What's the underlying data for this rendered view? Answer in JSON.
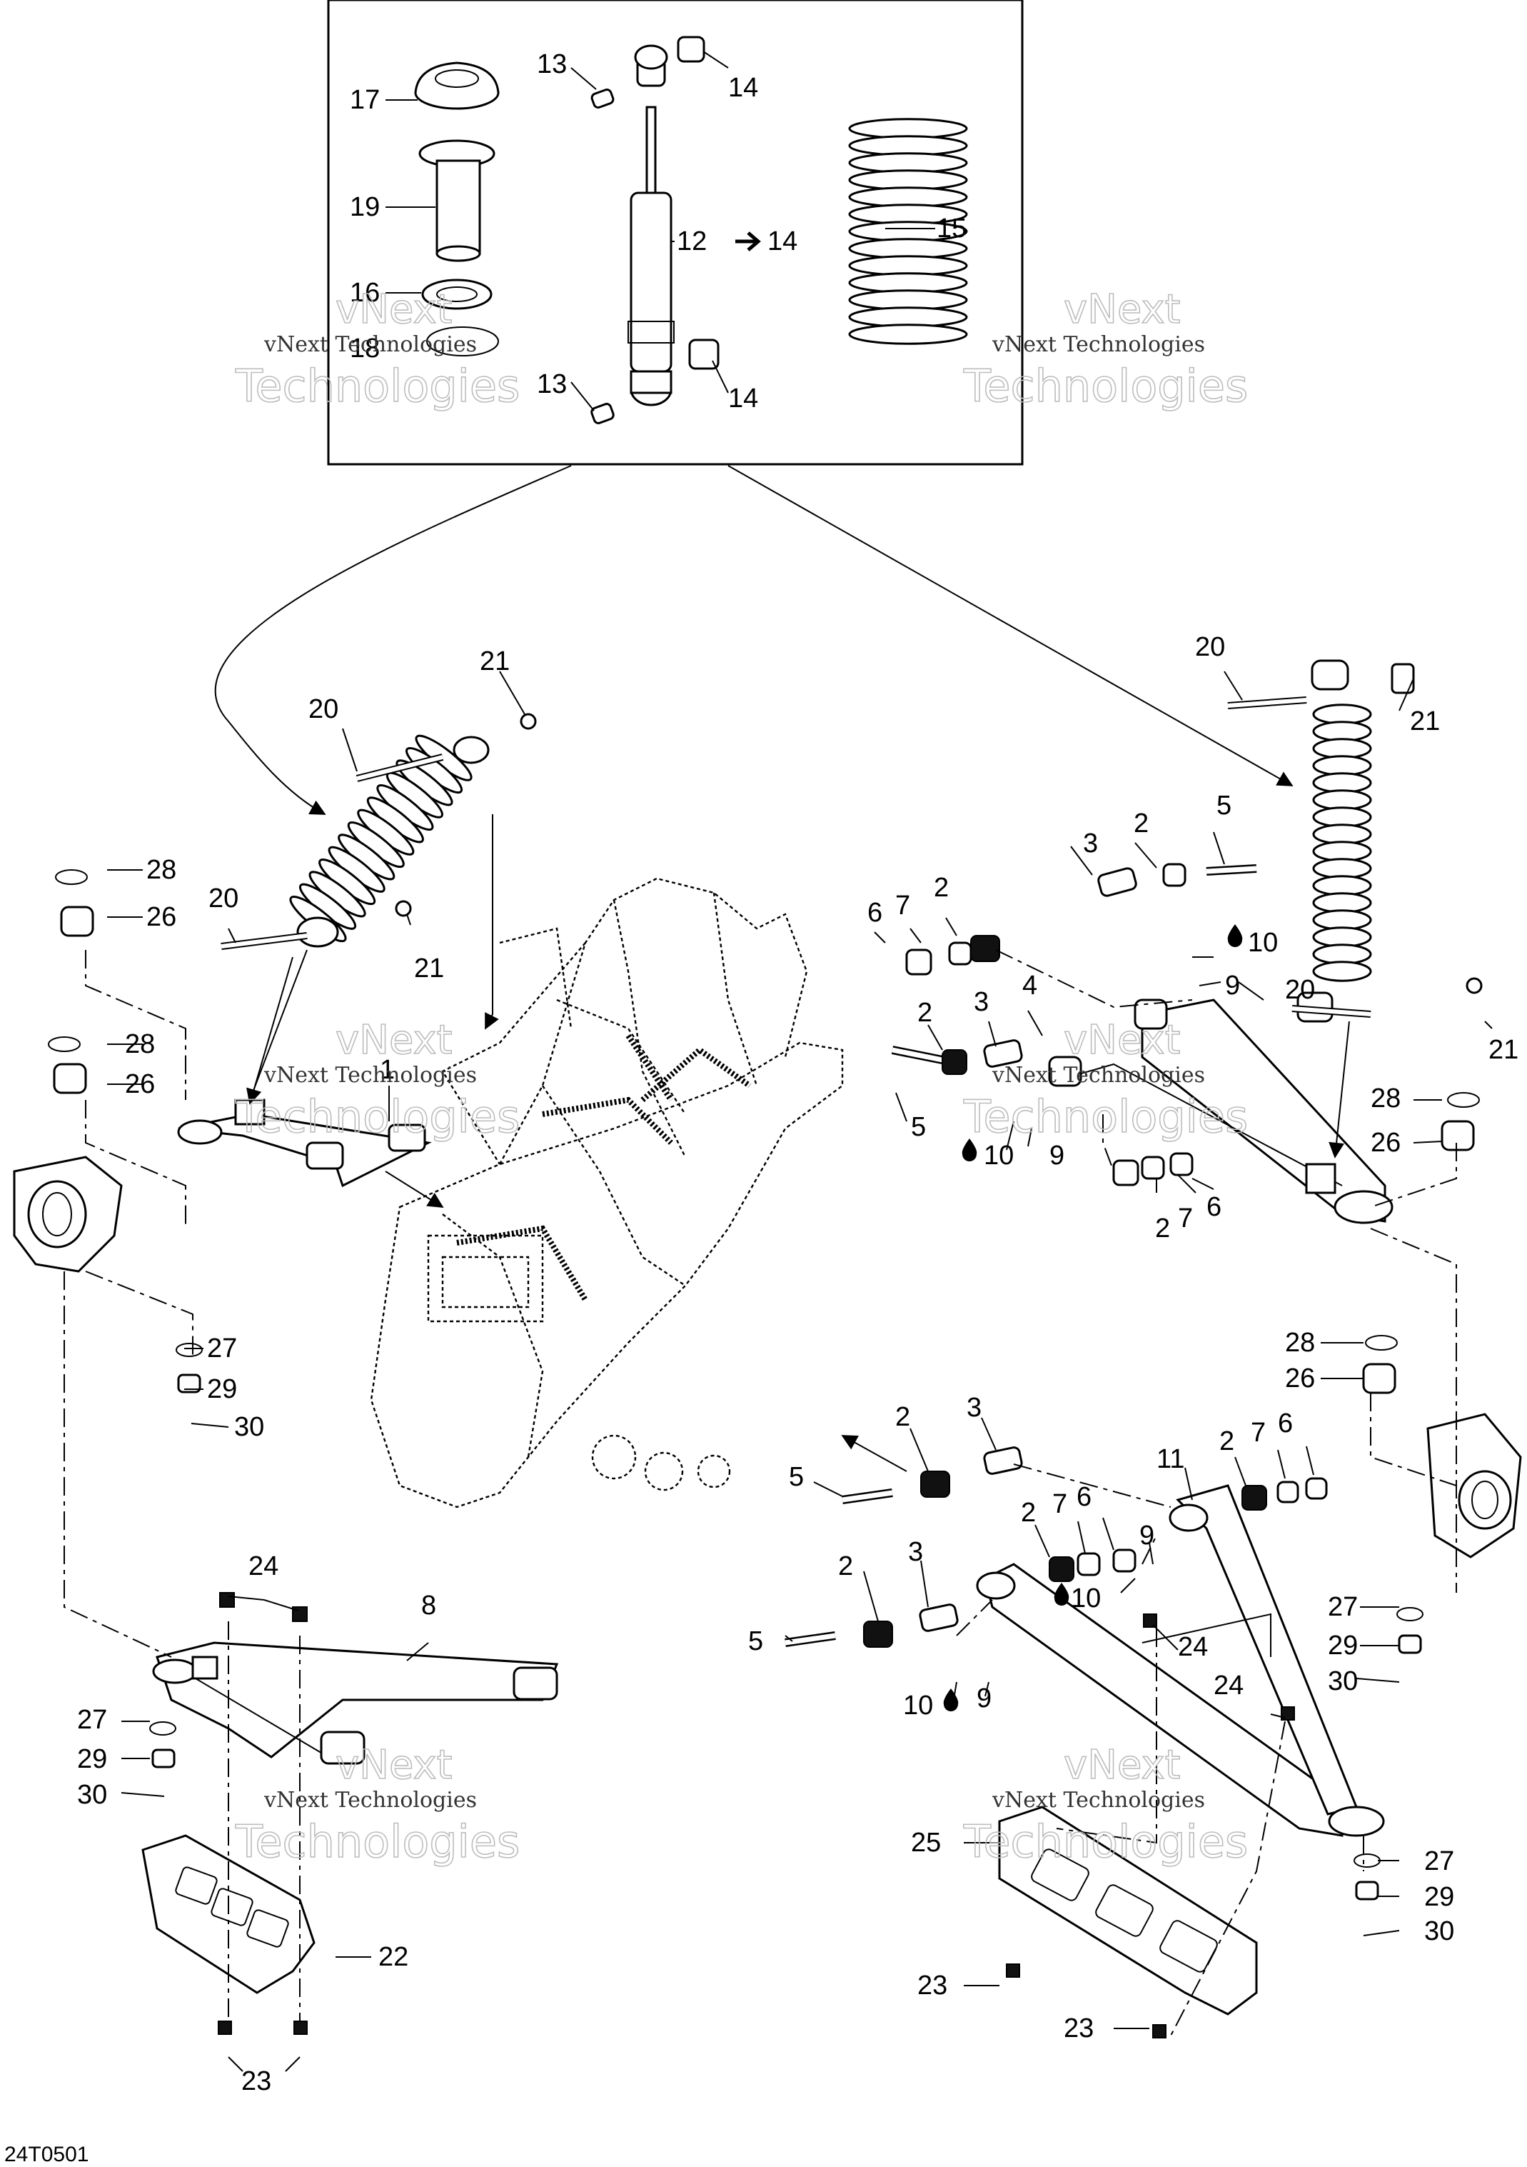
{
  "diagram": {
    "reference_code": "24T0501",
    "watermark": {
      "line1": "vNext",
      "line2": "Technologies",
      "caption": "vNext Technologies"
    },
    "callouts": [
      {
        "id": "c-13a",
        "text": "13"
      },
      {
        "id": "c-14a",
        "text": "14"
      },
      {
        "id": "c-17",
        "text": "17"
      },
      {
        "id": "c-19",
        "text": "19"
      },
      {
        "id": "c-12",
        "text": "12"
      },
      {
        "id": "c-12b",
        "text": "14"
      },
      {
        "id": "c-15",
        "text": "15"
      },
      {
        "id": "c-16",
        "text": "16"
      },
      {
        "id": "c-18",
        "text": "18"
      },
      {
        "id": "c-13b",
        "text": "13"
      },
      {
        "id": "c-14b",
        "text": "14"
      },
      {
        "id": "c-21a",
        "text": "21"
      },
      {
        "id": "c-20a",
        "text": "20"
      },
      {
        "id": "c-28a",
        "text": "28"
      },
      {
        "id": "c-26a",
        "text": "26"
      },
      {
        "id": "c-20b",
        "text": "20"
      },
      {
        "id": "c-21b",
        "text": "21"
      },
      {
        "id": "c-28b",
        "text": "28"
      },
      {
        "id": "c-26b",
        "text": "26"
      },
      {
        "id": "c-1",
        "text": "1"
      },
      {
        "id": "c-27a",
        "text": "27"
      },
      {
        "id": "c-29a",
        "text": "29"
      },
      {
        "id": "c-30a",
        "text": "30"
      },
      {
        "id": "c-20c",
        "text": "20"
      },
      {
        "id": "c-21c",
        "text": "21"
      },
      {
        "id": "c-5a",
        "text": "5"
      },
      {
        "id": "c-2a",
        "text": "2"
      },
      {
        "id": "c-3a",
        "text": "3"
      },
      {
        "id": "c-6a",
        "text": "6"
      },
      {
        "id": "c-7a",
        "text": "7"
      },
      {
        "id": "c-2b",
        "text": "2"
      },
      {
        "id": "c-10a",
        "text": "10"
      },
      {
        "id": "c-9a",
        "text": "9"
      },
      {
        "id": "c-20d",
        "text": "20"
      },
      {
        "id": "c-2c",
        "text": "2"
      },
      {
        "id": "c-3b",
        "text": "3"
      },
      {
        "id": "c-4",
        "text": "4"
      },
      {
        "id": "c-21d",
        "text": "21"
      },
      {
        "id": "c-5b",
        "text": "5"
      },
      {
        "id": "c-10b",
        "text": "10"
      },
      {
        "id": "c-9b",
        "text": "9"
      },
      {
        "id": "c-28c",
        "text": "28"
      },
      {
        "id": "c-26c",
        "text": "26"
      },
      {
        "id": "c-2d",
        "text": "2"
      },
      {
        "id": "c-7b",
        "text": "7"
      },
      {
        "id": "c-6b",
        "text": "6"
      },
      {
        "id": "c-28d",
        "text": "28"
      },
      {
        "id": "c-26d",
        "text": "26"
      },
      {
        "id": "c-2e",
        "text": "2"
      },
      {
        "id": "c-3c",
        "text": "3"
      },
      {
        "id": "c-11",
        "text": "11"
      },
      {
        "id": "c-2f",
        "text": "2"
      },
      {
        "id": "c-7c",
        "text": "7"
      },
      {
        "id": "c-6c",
        "text": "6"
      },
      {
        "id": "c-5c",
        "text": "5"
      },
      {
        "id": "c-2g",
        "text": "2"
      },
      {
        "id": "c-7d",
        "text": "7"
      },
      {
        "id": "c-6d",
        "text": "6"
      },
      {
        "id": "c-9c",
        "text": "9"
      },
      {
        "id": "c-10c",
        "text": "10"
      },
      {
        "id": "c-2h",
        "text": "2"
      },
      {
        "id": "c-3d",
        "text": "3"
      },
      {
        "id": "c-24a",
        "text": "24"
      },
      {
        "id": "c-8",
        "text": "8"
      },
      {
        "id": "c-5d",
        "text": "5"
      },
      {
        "id": "c-24b",
        "text": "24"
      },
      {
        "id": "c-10d",
        "text": "10"
      },
      {
        "id": "c-9d",
        "text": "9"
      },
      {
        "id": "c-27b",
        "text": "27"
      },
      {
        "id": "c-29b",
        "text": "29"
      },
      {
        "id": "c-30b",
        "text": "30"
      },
      {
        "id": "c-24c",
        "text": "24"
      },
      {
        "id": "c-27c",
        "text": "27"
      },
      {
        "id": "c-29c",
        "text": "29"
      },
      {
        "id": "c-30c",
        "text": "30"
      },
      {
        "id": "c-25",
        "text": "25"
      },
      {
        "id": "c-27d",
        "text": "27"
      },
      {
        "id": "c-29d",
        "text": "29"
      },
      {
        "id": "c-30d",
        "text": "30"
      },
      {
        "id": "c-22",
        "text": "22"
      },
      {
        "id": "c-23a",
        "text": "23"
      },
      {
        "id": "c-23b",
        "text": "23"
      },
      {
        "id": "c-23c",
        "text": "23"
      }
    ]
  }
}
